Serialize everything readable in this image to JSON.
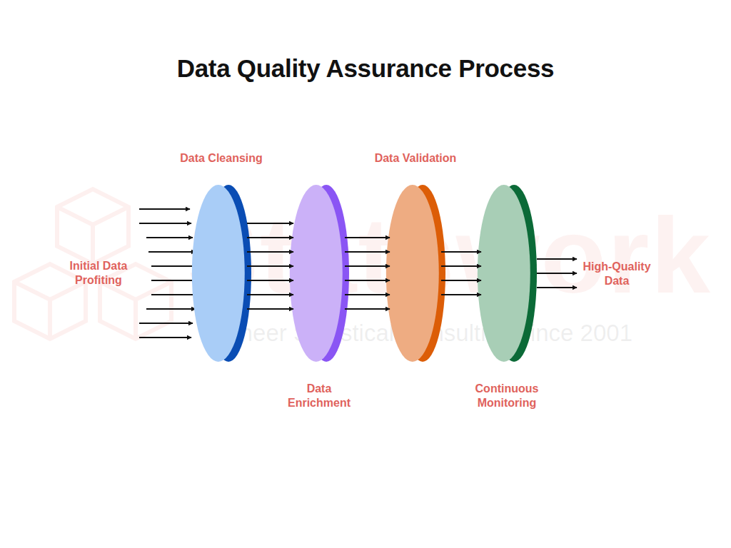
{
  "diagram": {
    "title": "Data Quality Assurance Process",
    "nodes": [
      {
        "text": [
          "Data Cleansing"
        ]
      },
      {
        "text": [
          "Data Enrichment"
        ]
      },
      {
        "text": [
          "Data Validation"
        ]
      },
      {
        "text": [
          "Continuous Monitoring"
        ]
      }
    ],
    "edges": [
      {
        "from": 0,
        "to": 1,
        "arrow": "to"
      },
      {
        "from": 0,
        "to": 1,
        "arrow": "to"
      },
      {
        "from": 0,
        "to": 1,
        "arrow": "to"
      },
      {
        "from": 0,
        "to": 1,
        "arrow": "to"
      },
      {
        "from": 0,
        "to": 1,
        "arrow": "to"
      },
      {
        "from": 0,
        "to": 1,
        "arrow": "to"
      },
      {
        "from": 0,
        "to": 1,
        "arrow": "to"
      },
      {
        "from": 1,
        "to": 2,
        "arrow": "to"
      },
      {
        "from": 1,
        "to": 2,
        "arrow": "to"
      },
      {
        "from": 1,
        "to": 2,
        "arrow": "to"
      },
      {
        "from": 1,
        "to": 2,
        "arrow": "to"
      },
      {
        "from": 1,
        "to": 2,
        "arrow": "to"
      },
      {
        "from": 1,
        "to": 2,
        "arrow": "to"
      },
      {
        "from": 2,
        "to": 3,
        "arrow": "to"
      },
      {
        "from": 2,
        "to": 3,
        "arrow": "to"
      },
      {
        "from": 2,
        "to": 3,
        "arrow": "to"
      },
      {
        "from": 2,
        "to": 3,
        "arrow": "to"
      }
    ],
    "labels": [
      "Initial Data Profiting",
      "High-Quality Data",
      "Statswork",
      "Pioneer Statistical Consulting since 2001"
    ]
  }
}
